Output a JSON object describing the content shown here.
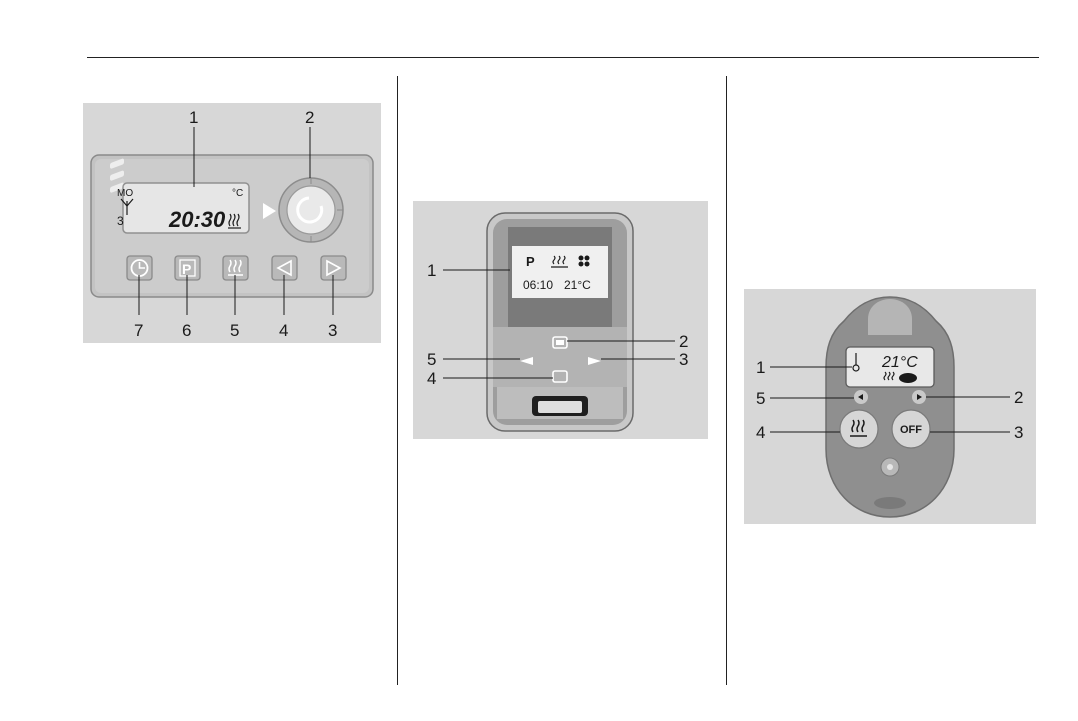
{
  "fig1": {
    "lcd": {
      "day": "MO",
      "unit": "°C",
      "level": "3",
      "time": "20:30"
    },
    "callouts": [
      "1",
      "2",
      "3",
      "4",
      "5",
      "6",
      "7"
    ],
    "button_icons": [
      "clock-icon",
      "park-p-icon",
      "heating-icon",
      "arrow-left-icon",
      "arrow-right-icon"
    ]
  },
  "fig2": {
    "display": {
      "mode": "P",
      "time": "06:10",
      "temp": "21°C"
    },
    "callouts": [
      "1",
      "2",
      "3",
      "4",
      "5"
    ]
  },
  "fig3": {
    "display": {
      "temp": "21°C"
    },
    "off_label": "OFF",
    "callouts": [
      "1",
      "2",
      "3",
      "4",
      "5"
    ]
  }
}
